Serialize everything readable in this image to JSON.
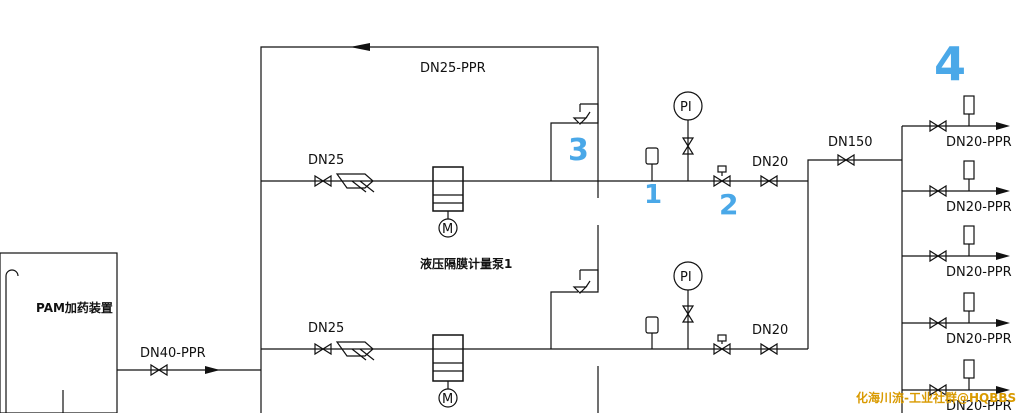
{
  "labels": {
    "return_line": "DN25-PPR",
    "inlet_top": "DN25",
    "inlet_bottom": "DN25",
    "pump_label": "液压隔膜计量泵1",
    "outlet_top": "DN20",
    "outlet_bottom": "DN20",
    "header": "DN150",
    "feed_line": "DN40-PPR",
    "pam_box": "PAM加药装置",
    "pi_gauge_top": "PI",
    "pi_gauge_bottom": "PI",
    "branches": [
      "DN20-PPR",
      "DN20-PPR",
      "DN20-PPR",
      "DN20-PPR",
      "DN20-PPR"
    ]
  },
  "annotations": {
    "n1": "1",
    "n2": "2",
    "n3": "3",
    "n4": "4",
    "color": "#4aa8e8"
  },
  "watermark": "化海川流-工业社群@HQBBS",
  "colors": {
    "line": "#111111",
    "annotation": "#4aa8e8",
    "watermark": "#d99a00"
  }
}
